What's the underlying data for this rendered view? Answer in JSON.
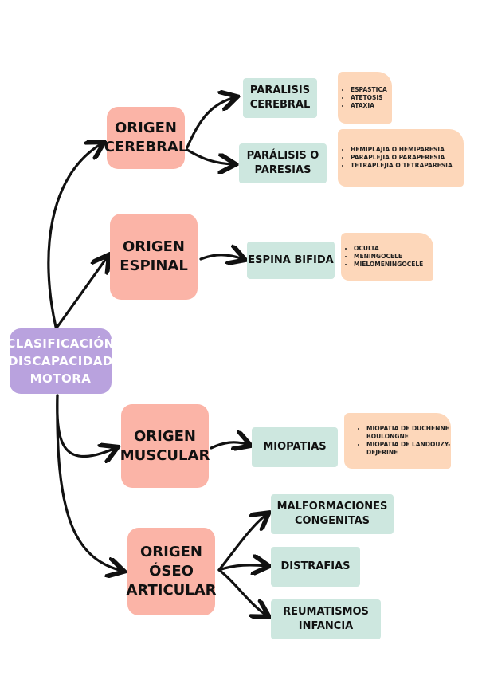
{
  "root": {
    "label": "CLASIFICACIÓN DISCAPACIDAD MOTORA"
  },
  "colors": {
    "root": "#b9a2de",
    "origin": "#fbb4a7",
    "subtype": "#cde7df",
    "detail": "#fdd7ba"
  },
  "branches": [
    {
      "label": "ORIGEN CEREBRAL",
      "children": [
        {
          "label": "PARALISIS CEREBRAL",
          "details": [
            "ESPASTICA",
            "ATETOSIS",
            "ATAXIA"
          ]
        },
        {
          "label": "PARÁLISIS O PARESIAS",
          "details": [
            "HEMIPLAJIA O HEMIPARESIA",
            "PARAPLEJIA O PARAPERESIA",
            "TETRAPLEJIA O TETRAPARESIA"
          ]
        }
      ]
    },
    {
      "label": "ORIGEN ESPINAL",
      "children": [
        {
          "label": "ESPINA BIFIDA",
          "details": [
            "OCULTA",
            "MENINGOCELE",
            "MIELOMENINGOCELE"
          ]
        }
      ]
    },
    {
      "label": "ORIGEN MUSCULAR",
      "children": [
        {
          "label": "MIOPATIAS",
          "details": [
            "MIOPATIA DE DUCHENNE BOULONGNE",
            "MIOPATIA DE LANDOUZY-DEJERINE"
          ]
        }
      ]
    },
    {
      "label": "ORIGEN ÓSEO ARTICULAR",
      "children": [
        {
          "label": "MALFORMACIONES CONGENITAS"
        },
        {
          "label": "DISTRAFIAS"
        },
        {
          "label": "REUMATISMOS INFANCIA"
        }
      ]
    }
  ]
}
